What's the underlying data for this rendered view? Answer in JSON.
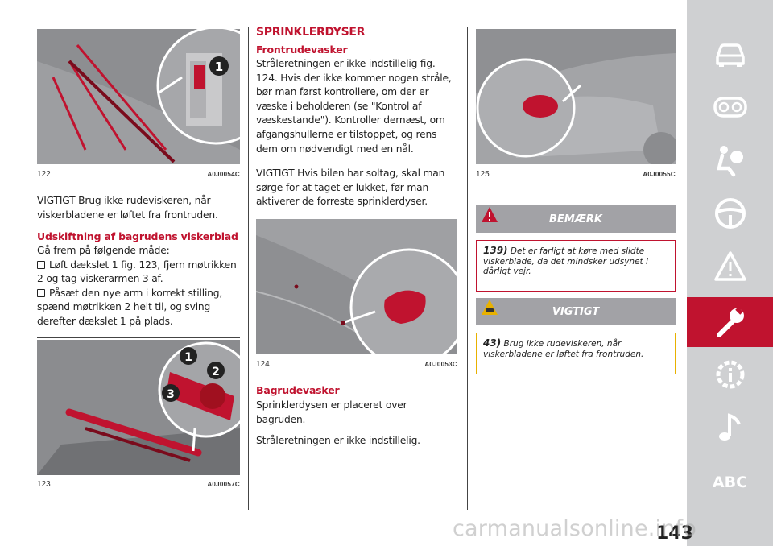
{
  "figures": {
    "fig122": {
      "number": "122",
      "code": "A0J0054C"
    },
    "fig123": {
      "number": "123",
      "code": "A0J0057C"
    },
    "fig124": {
      "number": "124",
      "code": "A0J0053C"
    },
    "fig125": {
      "number": "125",
      "code": "A0J0055C"
    }
  },
  "col1": {
    "warning_text": "VIGTIGT Brug ikke rudeviskeren, når viskerbladene er løftet fra frontruden.",
    "rear_blade_heading": "Udskiftning af bagrudens viskerblad",
    "procedure_intro": "Gå frem på følgende måde:",
    "step1": "Løft dækslet 1 fig. 123, fjern møtrikken 2 og tag viskerarmen 3 af.",
    "step2": "Påsæt den nye arm i korrekt stilling, spænd møtrikken 2 helt til, og sving derefter dækslet 1 på plads."
  },
  "col2": {
    "section_title": "SPRINKLERDYSER",
    "front_heading": "Frontrudevasker",
    "front_text": "Stråleretningen er ikke indstillelig fig. 124. Hvis der ikke kommer nogen stråle, bør man først kontrollere, om der er væske i beholderen (se \"Kontrol af væskestande\"). Kontroller dernæst, om afgangshullerne er tilstoppet, og rens dem om nødvendigt med en nål.",
    "roof_text": "VIGTIGT Hvis bilen har soltag, skal man sørge for at taget er lukket, før man aktiverer de forreste sprinklerdyser.",
    "rear_heading": "Bagrudevasker",
    "rear_text1": "Sprinklerdysen er placeret over bagruden.",
    "rear_text2": "Stråleretningen er ikke indstillelig."
  },
  "col3": {
    "note_box": {
      "title": "BEMÆRK",
      "number": "139)",
      "text": "Det er farligt at køre med slidte viskerblade, da det mindsker udsynet i dårligt vejr."
    },
    "important_box": {
      "title": "VIGTIGT",
      "number": "43)",
      "text": "Brug ikke rudeviskeren, når viskerbladene er løftet fra frontruden."
    }
  },
  "callouts": {
    "one": "1",
    "two": "2",
    "three": "3"
  },
  "sidebar": {
    "items": [
      "car-icon",
      "dashboard-icon",
      "seat-airbag-icon",
      "steering-wheel-icon",
      "warning-triangle-icon",
      "wrench-icon",
      "settings-info-icon",
      "music-note-icon",
      "abc-icon"
    ],
    "active": "wrench-icon",
    "abc_label": "ABC"
  },
  "page_number": "143",
  "watermark": "carmanualsonline.info",
  "colors": {
    "accent": "#c0132f",
    "sidebar": "#cfd0d2",
    "box_header": "#a2a2a6",
    "important": "#e8b100"
  }
}
